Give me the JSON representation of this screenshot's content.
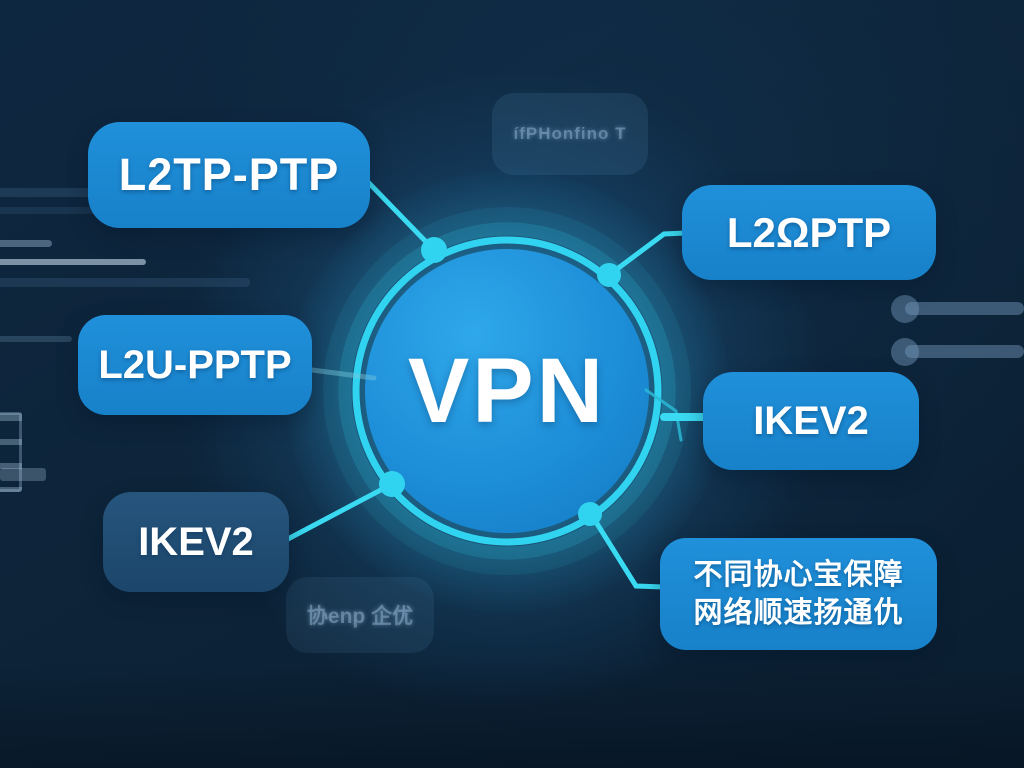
{
  "hub": {
    "label": "VPN"
  },
  "nodes": {
    "left": [
      {
        "label": "L2TP-PTP"
      },
      {
        "label": "L2U-PPTP"
      },
      {
        "label": "IKEV2"
      }
    ],
    "right": [
      {
        "label": "L2ΩPTP"
      },
      {
        "label": "IKEV2"
      }
    ],
    "caption": {
      "line1": "不同协心宝保障",
      "line2": "网络顺速扬通仇"
    }
  },
  "ghosts": {
    "top": {
      "label": "ífPHonfino T"
    },
    "bottom": {
      "label": "协enp 企优"
    }
  },
  "colors": {
    "background": "#0d2439",
    "node_blue": "#1b87cf",
    "node_dark_blue": "#215077",
    "hub_fill": "#1d8ed8",
    "accent_cyan": "#31d4f0",
    "text": "#ffffff"
  }
}
